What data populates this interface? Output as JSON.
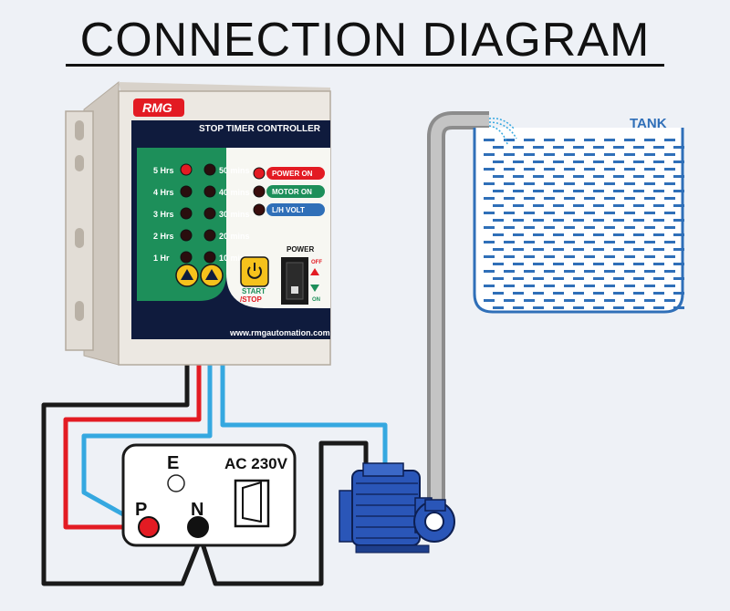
{
  "title": "CONNECTION DIAGRAM",
  "controller": {
    "brand": "RMG",
    "name": "STOP TIMER CONTROLLER",
    "hours": [
      "5 Hrs",
      "4 Hrs",
      "3 Hrs",
      "2 Hrs",
      "1 Hr"
    ],
    "minutes": [
      "50 mins",
      "40 mins",
      "30 mins",
      "20 mins",
      "10 mins"
    ],
    "status": [
      "POWER ON",
      "MOTOR ON",
      "L/H VOLT"
    ],
    "power_label": "POWER",
    "off_label": "OFF",
    "on_label": "ON",
    "start_line1": "START",
    "start_line2": "/STOP",
    "website": "www.rmgautomation.com"
  },
  "tank_label": "TANK",
  "socket": {
    "voltage": "AC 230V",
    "e_label": "E",
    "p_label": "P",
    "n_label": "N"
  },
  "colors": {
    "phase_wire": "#e31b23",
    "neutral_wire": "#1a1a1a",
    "motor_wire": "#35a8e0",
    "water": "#2f6fb8",
    "panel_green": "#1d8f5a",
    "panel_navy": "#0f1b3d",
    "pump_blue": "#2a56b8"
  },
  "icons": [
    "power-icon",
    "up-arrow-icon",
    "toggle-switch-icon",
    "water-drop-icon"
  ]
}
